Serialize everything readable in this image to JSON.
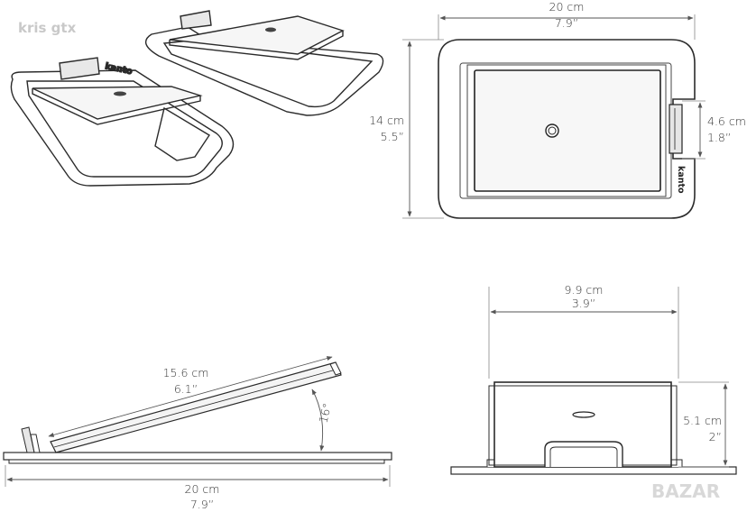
{
  "watermark": {
    "top_left": "kris gtx",
    "bottom_right": "BAZAR"
  },
  "brand": "kanto",
  "dimensions": {
    "top_width_cm": "20 cm",
    "top_width_in": "7.9”",
    "top_depth_cm": "14 cm",
    "top_depth_in": "5.5”",
    "slot_cm": "4.6 cm",
    "slot_in": "1.8”",
    "front_width_cm": "9.9 cm",
    "front_width_in": "3.9”",
    "front_height_cm": "5.1 cm",
    "front_height_in": "2”",
    "side_length_cm": "15.6 cm",
    "side_length_in": "6.1”",
    "side_angle": "16°",
    "side_base_cm": "20 cm",
    "side_base_in": "7.9”"
  },
  "colors": {
    "outline": "#2b2b2b",
    "dimline": "#555555",
    "tray": "#f6f6f6",
    "shadow": "#bdbdbd"
  }
}
